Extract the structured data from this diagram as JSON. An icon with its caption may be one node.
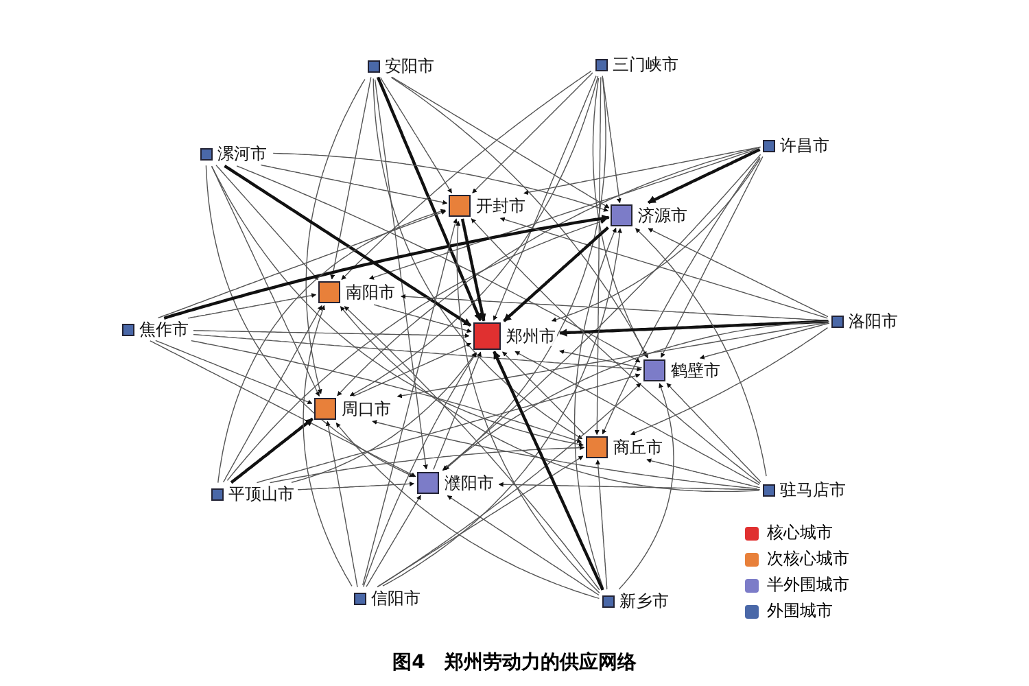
{
  "diagram": {
    "caption": "图4　郑州劳动力的供应网络",
    "nodes": [
      {
        "text": [
          "安阳市"
        ]
      },
      {
        "text": [
          "三门峡市"
        ]
      },
      {
        "text": [
          "许昌市"
        ]
      },
      {
        "text": [
          "漯河市"
        ]
      },
      {
        "text": [
          "开封市"
        ]
      },
      {
        "text": [
          "济源市"
        ]
      },
      {
        "text": [
          "南阳市"
        ]
      },
      {
        "text": [
          "焦作市"
        ]
      },
      {
        "text": [
          "郑州市"
        ]
      },
      {
        "text": [
          "洛阳市"
        ]
      },
      {
        "text": [
          "鹤壁市"
        ]
      },
      {
        "text": [
          "周口市"
        ]
      },
      {
        "text": [
          "商丘市"
        ]
      },
      {
        "text": [
          "驻马店市"
        ]
      },
      {
        "text": [
          "平顶山市"
        ]
      },
      {
        "text": [
          "濮阳市"
        ]
      },
      {
        "text": [
          "信阳市"
        ]
      },
      {
        "text": [
          "新乡市"
        ]
      }
    ],
    "edges": [
      {
        "from": 0,
        "to": 4,
        "arrow": "to"
      },
      {
        "from": 0,
        "to": 5,
        "arrow": "to"
      },
      {
        "from": 0,
        "to": 6,
        "arrow": "to"
      },
      {
        "from": 0,
        "to": 8,
        "arrow": "to",
        "style": "thick"
      },
      {
        "from": 0,
        "to": 10,
        "arrow": "to"
      },
      {
        "from": 0,
        "to": 11,
        "arrow": "to"
      },
      {
        "from": 0,
        "to": 12,
        "arrow": "to"
      },
      {
        "from": 0,
        "to": 15,
        "arrow": "to"
      },
      {
        "from": 1,
        "to": 4,
        "arrow": "to"
      },
      {
        "from": 1,
        "to": 5,
        "arrow": "to"
      },
      {
        "from": 1,
        "to": 6,
        "arrow": "to"
      },
      {
        "from": 1,
        "to": 8,
        "arrow": "to"
      },
      {
        "from": 1,
        "to": 10,
        "arrow": "to"
      },
      {
        "from": 1,
        "to": 11,
        "arrow": "to"
      },
      {
        "from": 1,
        "to": 12,
        "arrow": "to"
      },
      {
        "from": 1,
        "to": 15,
        "arrow": "to"
      },
      {
        "from": 2,
        "to": 4,
        "arrow": "to"
      },
      {
        "from": 2,
        "to": 5,
        "arrow": "to",
        "style": "thick"
      },
      {
        "from": 2,
        "to": 6,
        "arrow": "to"
      },
      {
        "from": 2,
        "to": 8,
        "arrow": "to"
      },
      {
        "from": 2,
        "to": 10,
        "arrow": "to"
      },
      {
        "from": 2,
        "to": 11,
        "arrow": "to"
      },
      {
        "from": 2,
        "to": 12,
        "arrow": "to"
      },
      {
        "from": 2,
        "to": 15,
        "arrow": "to"
      },
      {
        "from": 3,
        "to": 4,
        "arrow": "to"
      },
      {
        "from": 3,
        "to": 5,
        "arrow": "to"
      },
      {
        "from": 3,
        "to": 6,
        "arrow": "to"
      },
      {
        "from": 3,
        "to": 8,
        "arrow": "to",
        "style": "thick"
      },
      {
        "from": 3,
        "to": 10,
        "arrow": "to"
      },
      {
        "from": 3,
        "to": 11,
        "arrow": "to"
      },
      {
        "from": 3,
        "to": 12,
        "arrow": "to"
      },
      {
        "from": 3,
        "to": 15,
        "arrow": "to"
      },
      {
        "from": 7,
        "to": 4,
        "arrow": "to"
      },
      {
        "from": 7,
        "to": 5,
        "arrow": "to",
        "style": "thick"
      },
      {
        "from": 7,
        "to": 6,
        "arrow": "to"
      },
      {
        "from": 7,
        "to": 8,
        "arrow": "to"
      },
      {
        "from": 7,
        "to": 10,
        "arrow": "to"
      },
      {
        "from": 7,
        "to": 11,
        "arrow": "to"
      },
      {
        "from": 7,
        "to": 12,
        "arrow": "to"
      },
      {
        "from": 7,
        "to": 15,
        "arrow": "to"
      },
      {
        "from": 9,
        "to": 4,
        "arrow": "to"
      },
      {
        "from": 9,
        "to": 5,
        "arrow": "to"
      },
      {
        "from": 9,
        "to": 6,
        "arrow": "to"
      },
      {
        "from": 9,
        "to": 8,
        "arrow": "to",
        "style": "thick"
      },
      {
        "from": 9,
        "to": 10,
        "arrow": "to"
      },
      {
        "from": 9,
        "to": 11,
        "arrow": "to"
      },
      {
        "from": 9,
        "to": 12,
        "arrow": "to"
      },
      {
        "from": 9,
        "to": 15,
        "arrow": "to"
      },
      {
        "from": 13,
        "to": 4,
        "arrow": "to"
      },
      {
        "from": 13,
        "to": 5,
        "arrow": "to"
      },
      {
        "from": 13,
        "to": 6,
        "arrow": "to"
      },
      {
        "from": 13,
        "to": 8,
        "arrow": "to"
      },
      {
        "from": 13,
        "to": 10,
        "arrow": "to"
      },
      {
        "from": 13,
        "to": 11,
        "arrow": "to"
      },
      {
        "from": 13,
        "to": 12,
        "arrow": "to"
      },
      {
        "from": 13,
        "to": 15,
        "arrow": "to"
      },
      {
        "from": 14,
        "to": 4,
        "arrow": "to"
      },
      {
        "from": 14,
        "to": 5,
        "arrow": "to"
      },
      {
        "from": 14,
        "to": 6,
        "arrow": "to"
      },
      {
        "from": 14,
        "to": 8,
        "arrow": "to"
      },
      {
        "from": 14,
        "to": 10,
        "arrow": "to"
      },
      {
        "from": 14,
        "to": 11,
        "arrow": "to",
        "style": "thick"
      },
      {
        "from": 14,
        "to": 12,
        "arrow": "to"
      },
      {
        "from": 14,
        "to": 15,
        "arrow": "to"
      },
      {
        "from": 16,
        "to": 4,
        "arrow": "to"
      },
      {
        "from": 16,
        "to": 5,
        "arrow": "to"
      },
      {
        "from": 16,
        "to": 6,
        "arrow": "to"
      },
      {
        "from": 16,
        "to": 8,
        "arrow": "to"
      },
      {
        "from": 16,
        "to": 10,
        "arrow": "to"
      },
      {
        "from": 16,
        "to": 11,
        "arrow": "to"
      },
      {
        "from": 16,
        "to": 12,
        "arrow": "to"
      },
      {
        "from": 16,
        "to": 15,
        "arrow": "to"
      },
      {
        "from": 17,
        "to": 4,
        "arrow": "to"
      },
      {
        "from": 17,
        "to": 5,
        "arrow": "to"
      },
      {
        "from": 17,
        "to": 6,
        "arrow": "to"
      },
      {
        "from": 17,
        "to": 8,
        "arrow": "to",
        "style": "thick"
      },
      {
        "from": 17,
        "to": 10,
        "arrow": "to"
      },
      {
        "from": 17,
        "to": 11,
        "arrow": "to"
      },
      {
        "from": 17,
        "to": 12,
        "arrow": "to"
      },
      {
        "from": 17,
        "to": 15,
        "arrow": "to"
      },
      {
        "from": 4,
        "to": 8,
        "arrow": "to",
        "style": "thick"
      },
      {
        "from": 5,
        "to": 8,
        "arrow": "to",
        "style": "thick"
      },
      {
        "from": 6,
        "to": 8,
        "arrow": "to"
      },
      {
        "from": 10,
        "to": 8,
        "arrow": "to"
      },
      {
        "from": 11,
        "to": 8,
        "arrow": "to"
      },
      {
        "from": 12,
        "to": 8,
        "arrow": "to"
      },
      {
        "from": 15,
        "to": 8,
        "arrow": "to"
      }
    ],
    "legend": [
      {
        "text": "核心城市",
        "color": "#e03030"
      },
      {
        "text": "次核心城市",
        "color": "#e8803a"
      },
      {
        "text": "半外围城市",
        "color": "#7c7cc8"
      },
      {
        "text": "外围城市",
        "color": "#4a68a8"
      }
    ]
  }
}
